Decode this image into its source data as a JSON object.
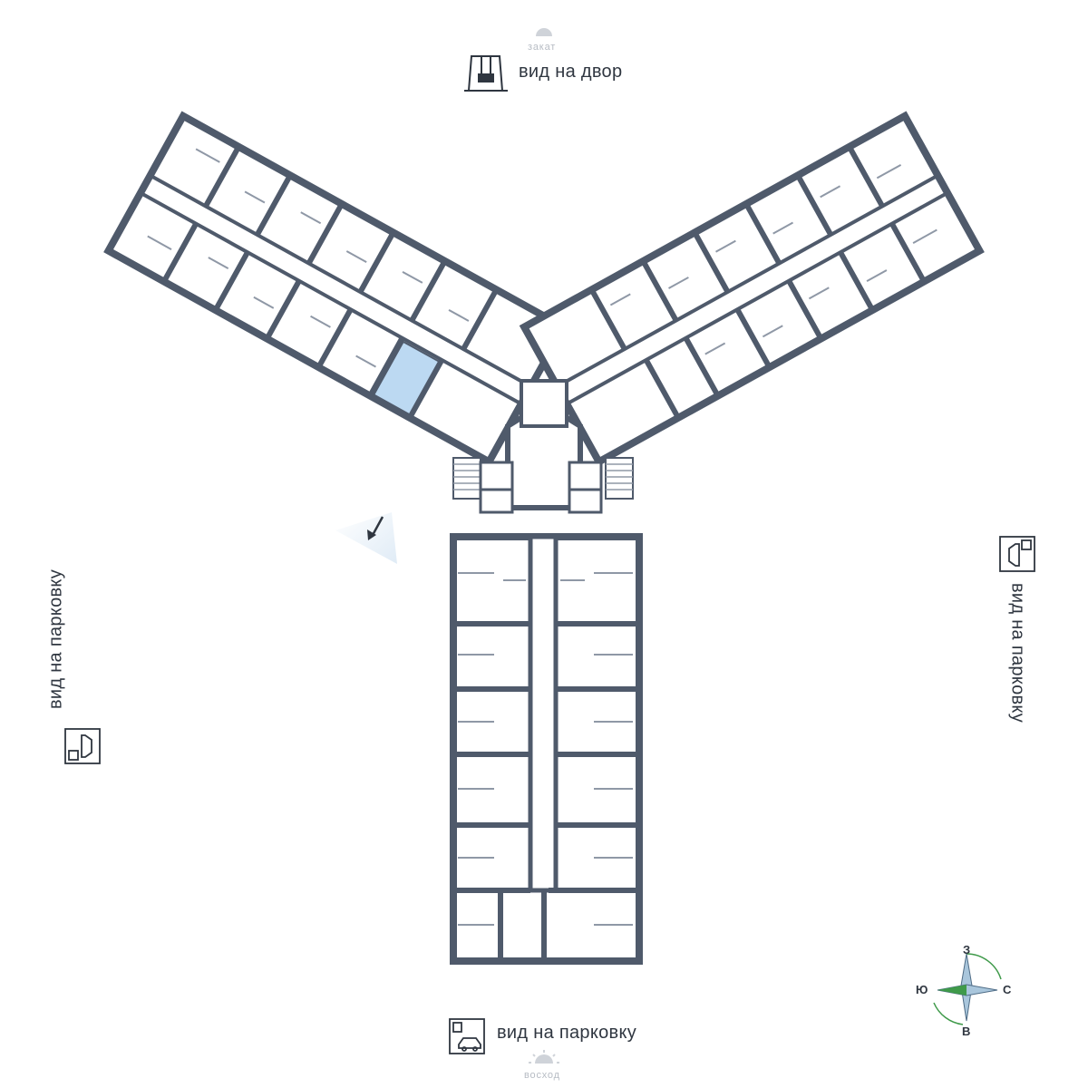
{
  "orientation": {
    "sunset_label": "закат",
    "sunrise_label": "восход"
  },
  "views": {
    "top": "вид на двор",
    "left": "вид на парковку",
    "right": "вид на парковку",
    "bottom": "вид на парковку"
  },
  "icons": {
    "top": "playground-swing-icon",
    "left": "parking-icon",
    "right": "parking-icon",
    "bottom": "parking-icon",
    "pointer": "view-direction-arrow-icon",
    "compass": "compass-rose-icon",
    "sun": "sun-icon"
  },
  "compass": {
    "north": "З",
    "south": "В",
    "west": "Ю",
    "east": "С"
  },
  "colors": {
    "wall": "#4f5a6b",
    "highlight": "#bcd9f2",
    "label": "#2f3640",
    "muted": "#b7bcc4",
    "compass_green": "#3f9a4a"
  }
}
